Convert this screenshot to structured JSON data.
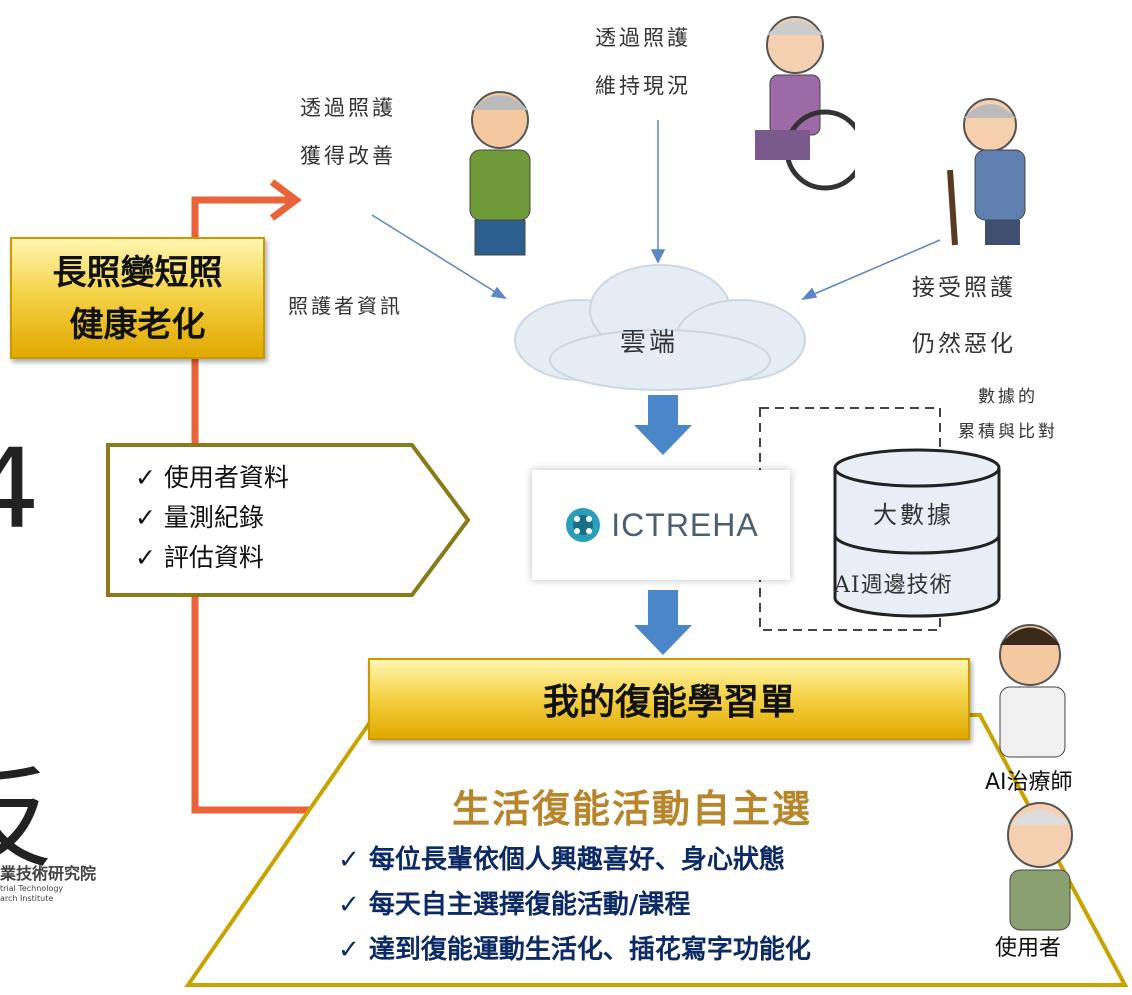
{
  "left_badge": {
    "line1": "長照變短照",
    "line2": "健康老化"
  },
  "data_list": {
    "items": [
      "✓ 使用者資料",
      "✓ 量測紀錄",
      "✓ 評估資料"
    ]
  },
  "people": {
    "improve": {
      "line1": "透過照護",
      "line2": "獲得改善"
    },
    "maintain": {
      "line1": "透過照護",
      "line2": "維持現況"
    },
    "worsen": {
      "line1": "接受照護",
      "line2": "仍然惡化"
    }
  },
  "caregiver_info": "照護者資訊",
  "cloud": {
    "label": "雲端"
  },
  "ictreha": {
    "label": "ICTREHA"
  },
  "data_compare": {
    "line1": "數據的",
    "line2": "累積與比對"
  },
  "database": {
    "top": "大數據",
    "bottom": "AI週邊技術"
  },
  "main_banner": {
    "label": "我的復能學習單"
  },
  "activity": {
    "title": "生活復能活動自主選",
    "bullets": [
      "✓ 每位長輩依個人興趣喜好、身心狀態",
      "✓ 每天自主選擇復能活動/課程",
      "✓ 達到復能運動生活化、插花寫字功能化"
    ]
  },
  "roles": {
    "therapist": "AI治療師",
    "user": "使用者"
  },
  "left_edge": {
    "char1": "4",
    "char2": "反"
  },
  "logo": {
    "cn": "業技術研究院",
    "en1": "trial Technology",
    "en2": "arch Institute"
  }
}
